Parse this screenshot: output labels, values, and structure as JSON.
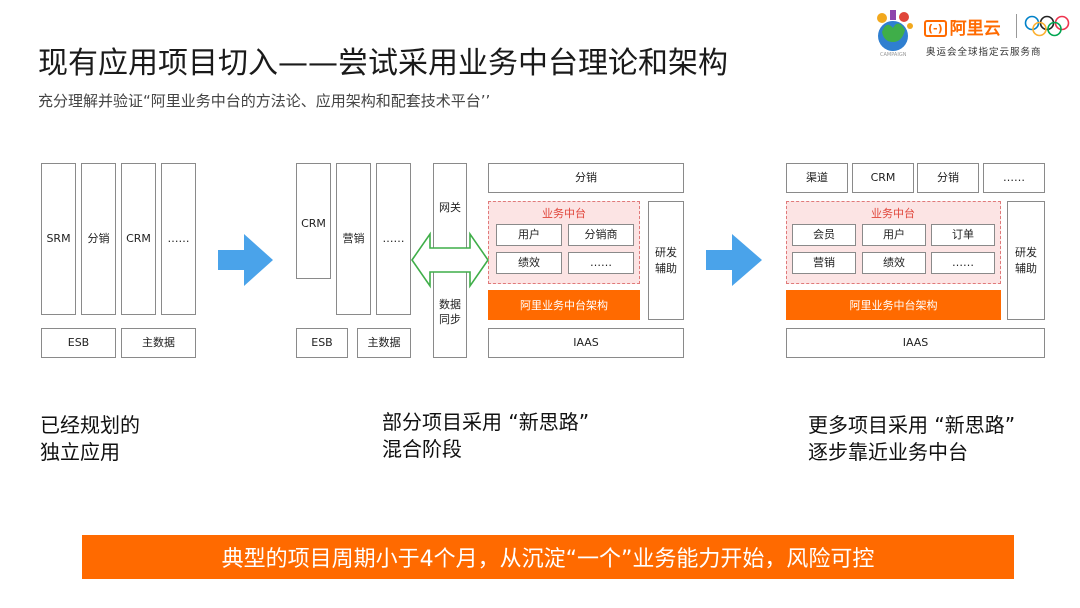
{
  "title": "现有应用项目切入——尝试采用业务中台理论和架构",
  "subtitle": "充分理解并验证“阿里业务中台的方法论、应用架构和配套技术平台’’",
  "logo": {
    "mascot_caption": "CAMPAIGN",
    "bracket": "(-)",
    "brand": "阿里云",
    "tagline": "奥运会全球指定云服务商",
    "colors": {
      "brand": "#ff6a00"
    }
  },
  "stage1": {
    "cols": [
      "SRM",
      "分销",
      "CRM",
      "……"
    ],
    "bottom": [
      "ESB",
      "主数据"
    ],
    "caption": [
      "已经规划的",
      "独立应用"
    ]
  },
  "stage2": {
    "cols": [
      "CRM",
      "营销",
      "……"
    ],
    "bottom": [
      "ESB",
      "主数据"
    ],
    "gateway": "网关",
    "datasync": "数据\n同步",
    "top": "分销",
    "middle_label": "业务中台",
    "middle_items": [
      "用户",
      "分销商",
      "绩效",
      "……"
    ],
    "platform": "阿里业务中台架构",
    "rnd": "研发\n辅助",
    "iaas": "IAAS",
    "caption": [
      "部分项目采用 “新思路”",
      "混合阶段"
    ]
  },
  "stage3": {
    "top": [
      "渠道",
      "CRM",
      "分销",
      "……"
    ],
    "middle_label": "业务中台",
    "middle_items": [
      "会员",
      "用户",
      "订单",
      "营销",
      "绩效",
      "……"
    ],
    "platform": "阿里业务中台架构",
    "rnd": "研发\n辅助",
    "iaas": "IAAS",
    "caption": [
      "更多项目采用 “新思路”",
      "逐步靠近业务中台"
    ]
  },
  "banner": "典型的项目周期小于4个月，从沉淀“一个”业务能力开始，风险可控",
  "colors": {
    "arrow": "#4aa3ea",
    "accent": "#ff6a00",
    "pink_fill": "#fce4e4",
    "pink_label": "#e0453a",
    "green_arrow": "#3fae49"
  }
}
